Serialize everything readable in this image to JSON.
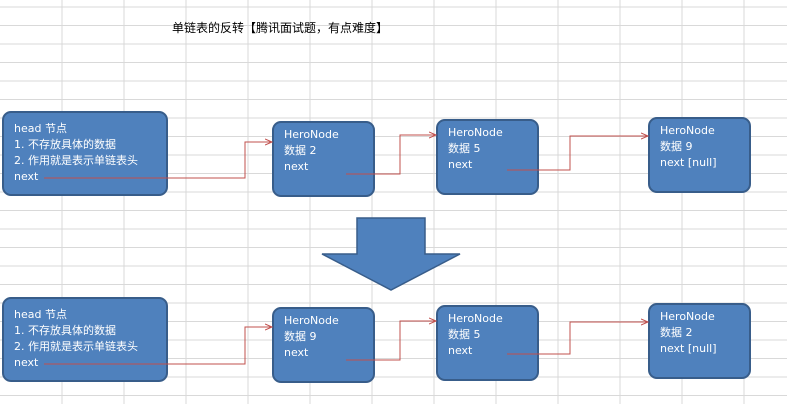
{
  "title": "单链表的反转【腾讯面试题，有点难度】",
  "colors": {
    "node_fill": "#4f81bd",
    "node_border": "#385d8a",
    "node_text": "#ffffff",
    "pointer_line": "#c0504d",
    "grid_line": "#d9d9d9",
    "arrow_fill": "#4f81bd"
  },
  "before": {
    "head": {
      "lines": [
        "head 节点",
        "1. 不存放具体的数据",
        "2. 作用就是表示单链表头",
        "next"
      ]
    },
    "nodes": [
      {
        "lines": [
          "HeroNode",
          "数据 2",
          "next"
        ]
      },
      {
        "lines": [
          "HeroNode",
          "数据 5",
          "next"
        ]
      },
      {
        "lines": [
          "HeroNode",
          "数据 9",
          "next [null]"
        ]
      }
    ]
  },
  "after": {
    "head": {
      "lines": [
        "head 节点",
        "1. 不存放具体的数据",
        "2. 作用就是表示单链表头",
        "next"
      ]
    },
    "nodes": [
      {
        "lines": [
          "HeroNode",
          "数据 9",
          "next"
        ]
      },
      {
        "lines": [
          "HeroNode",
          "数据 5",
          "next"
        ]
      },
      {
        "lines": [
          "HeroNode",
          "数据 2",
          "next [null]"
        ]
      }
    ]
  },
  "transition_arrow": {
    "direction": "down",
    "icon": "down-arrow-icon"
  }
}
